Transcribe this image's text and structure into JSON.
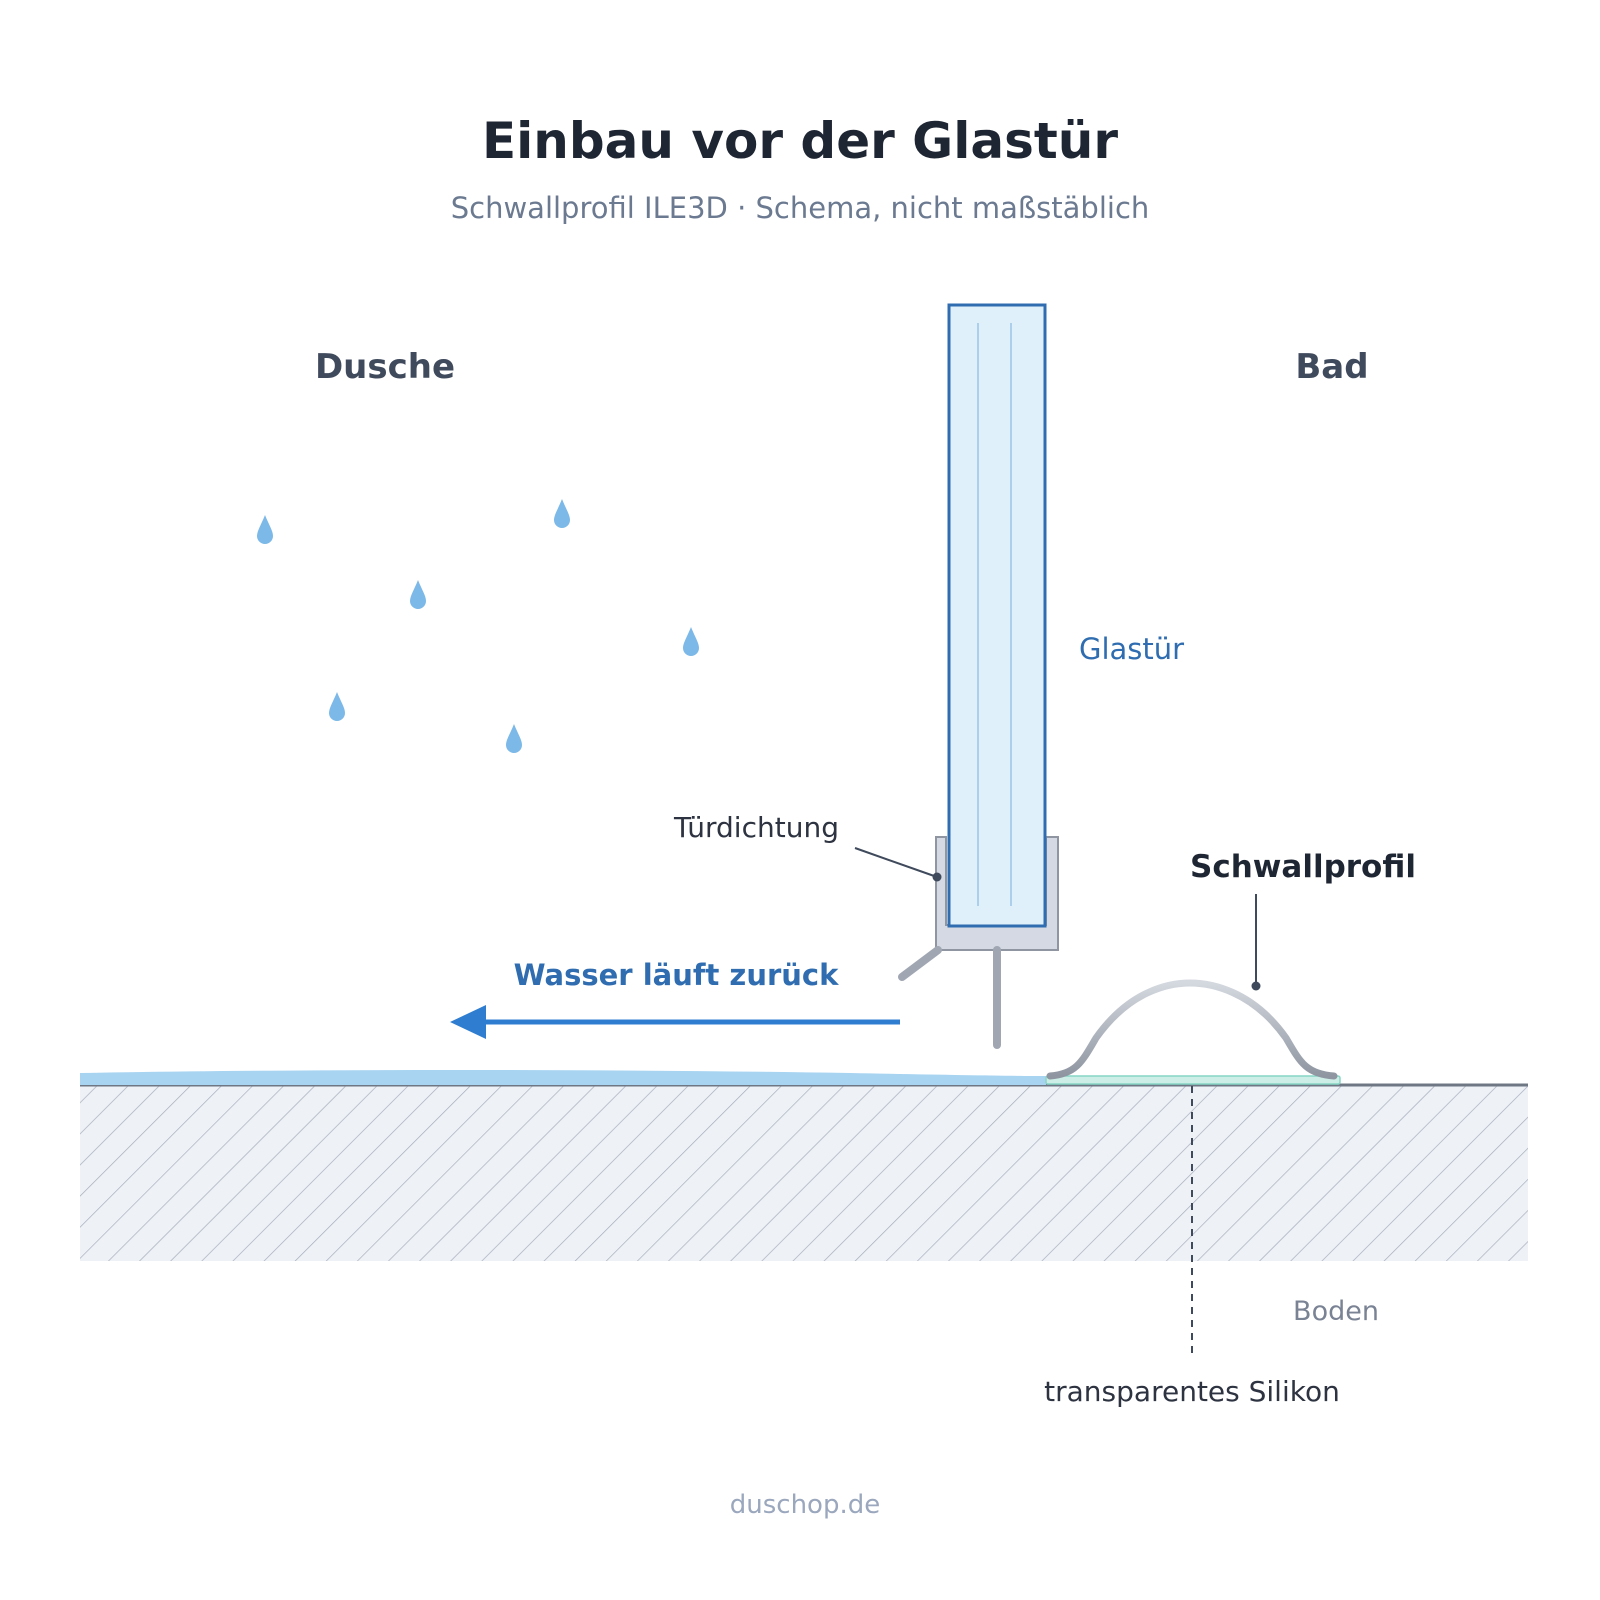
{
  "title": "Einbau vor der Glastür",
  "subtitle": "Schwallprofil ILE3D · Schema, nicht maßstäblich",
  "zones": {
    "left": "Dusche",
    "right": "Bad"
  },
  "labels": {
    "glass": "Glastür",
    "door_seal": "Türdichtung",
    "profile": "Schwallprofil",
    "water": "Wasser läuft zurück",
    "floor": "Boden",
    "silicone": "transparentes Silikon"
  },
  "footer": "duschop.de",
  "colors": {
    "glass_fill": "#dff0fa",
    "glass_stroke": "#2f6db0",
    "water": "#a8d4f2",
    "drops": "#7cb9e8",
    "arrow": "#2f7dd0",
    "profile": "#9aa0aa",
    "seal": "#d4d9e3",
    "floor_fill": "#eef1f6",
    "hatch": "#a7aebb",
    "silicone": "#cdeee6"
  },
  "icons": [
    "water-drop-icon",
    "arrow-left-icon"
  ]
}
